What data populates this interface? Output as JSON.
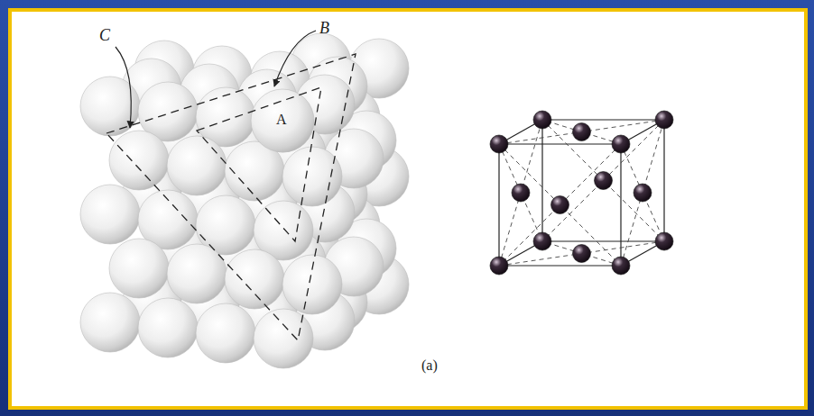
{
  "diagram": {
    "labels": [
      "C",
      "B",
      "A",
      "(a)"
    ]
  }
}
